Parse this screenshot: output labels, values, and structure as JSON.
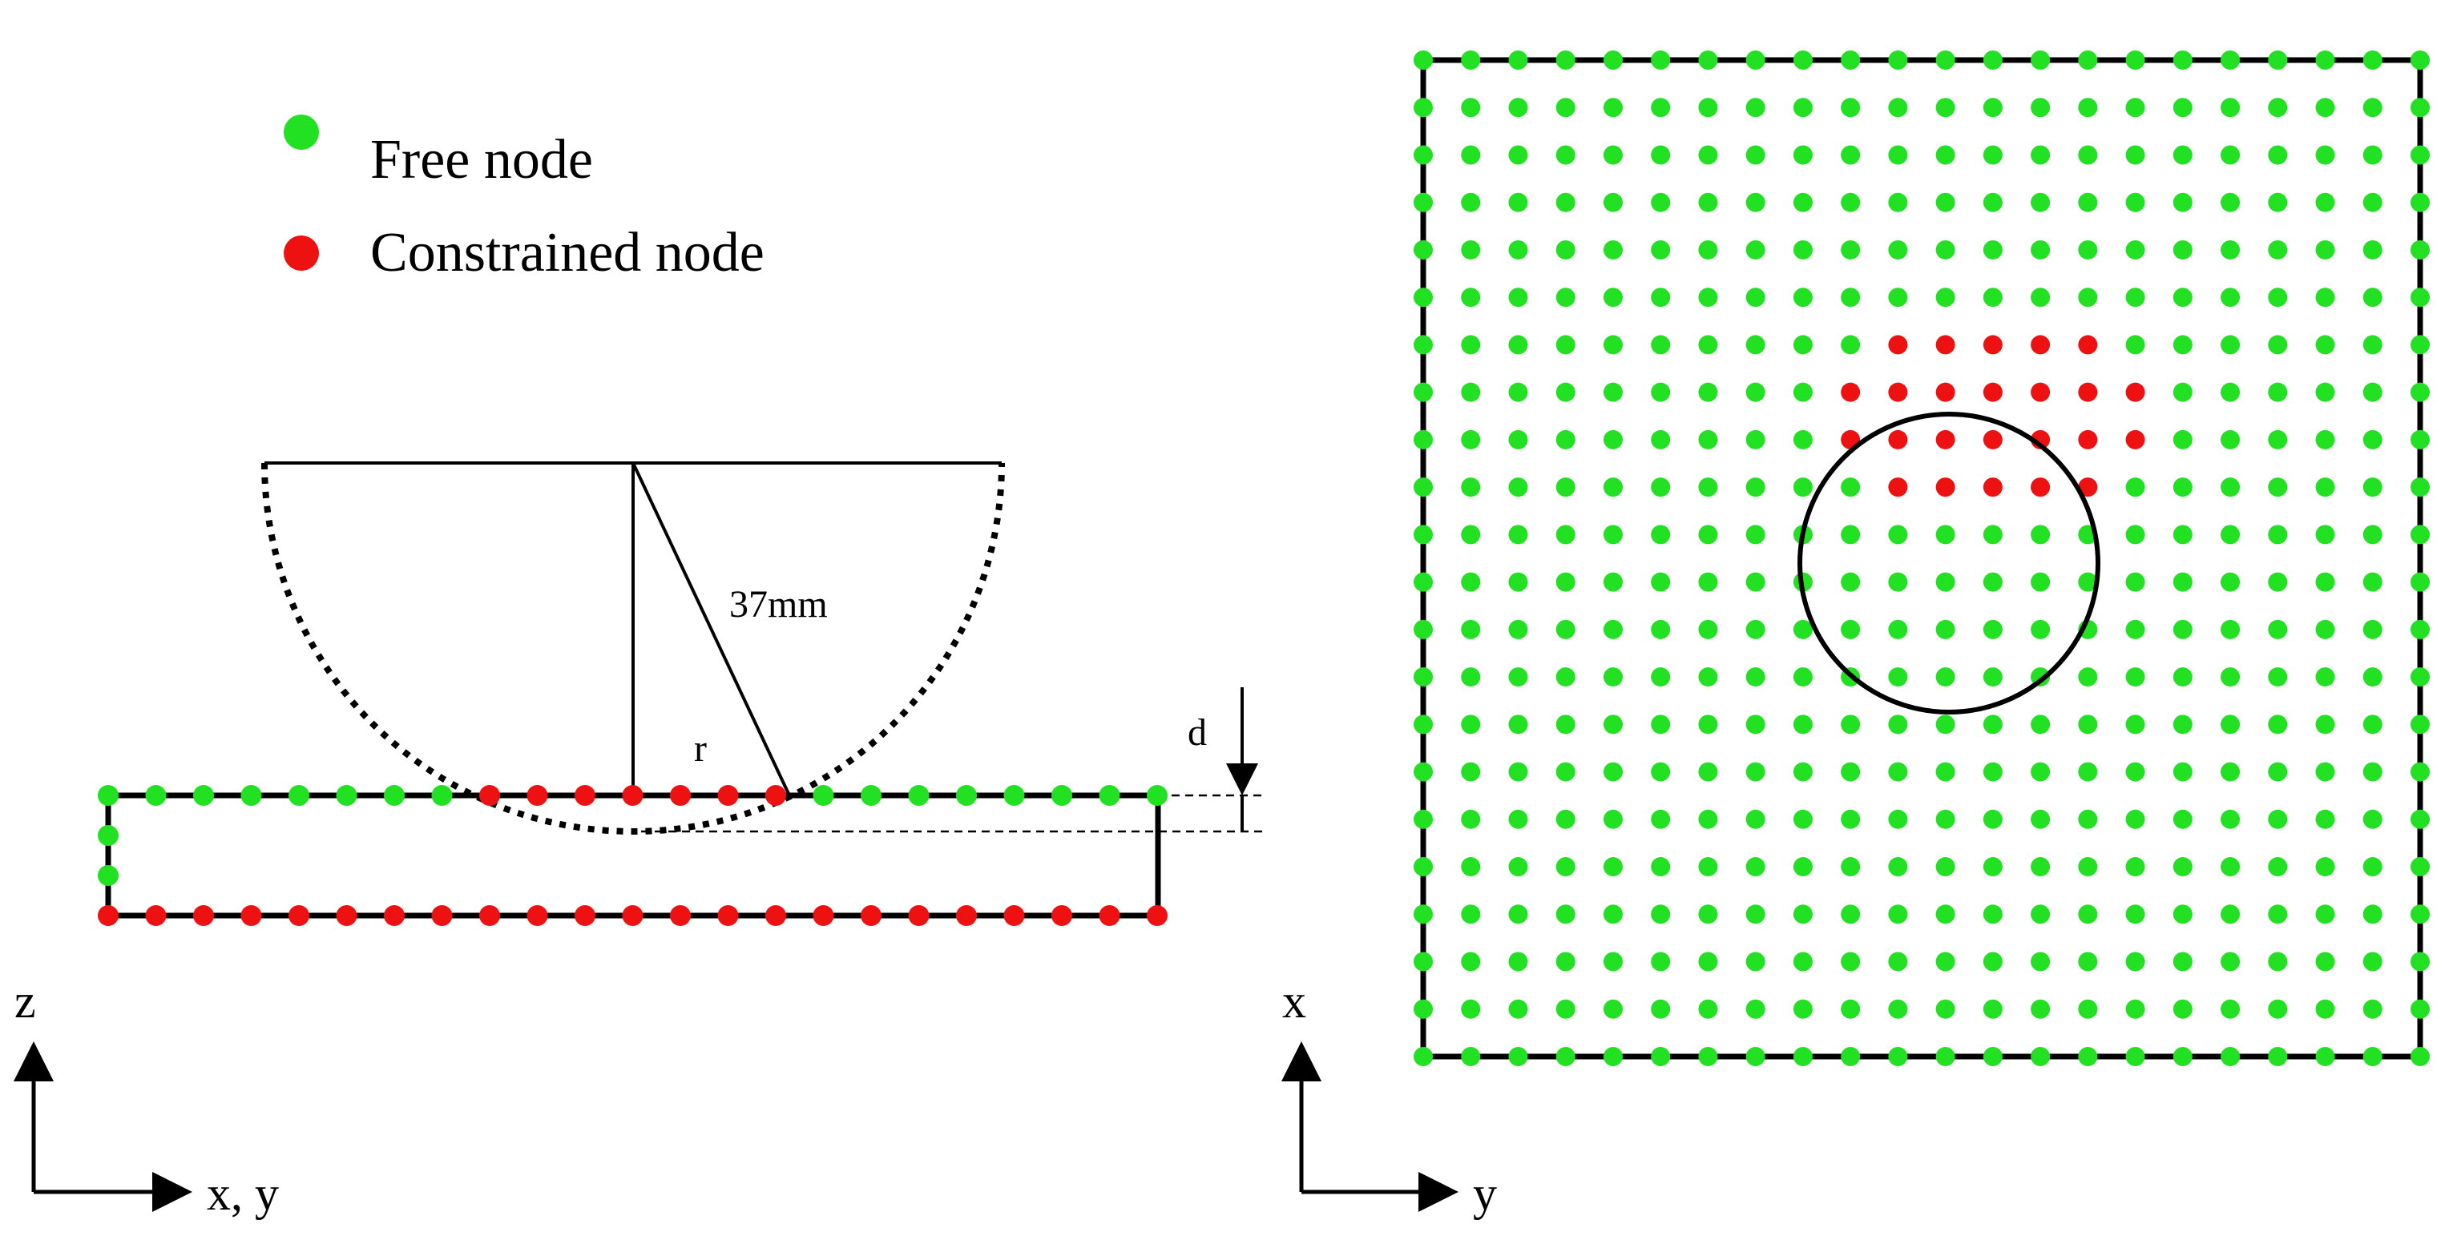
{
  "legend": {
    "free_label": "Free node",
    "constrained_label": "Constrained node"
  },
  "colors": {
    "free": "#22e022",
    "constrained": "#ee1111",
    "line": "#000000"
  },
  "side_view": {
    "radius_label": "37mm",
    "r_label": "r",
    "d_label": "d",
    "axis_vertical": "z",
    "axis_horizontal": "x, y"
  },
  "top_view": {
    "axis_vertical": "x",
    "axis_horizontal": "y"
  }
}
